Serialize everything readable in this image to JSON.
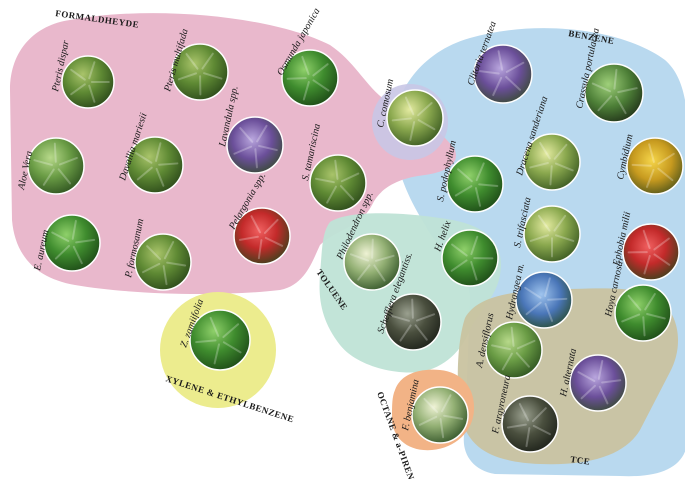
{
  "groups": {
    "formaldehyde": "FORMALDHEYDE",
    "benzene": "BENZENE",
    "toluene": "TOLUENE",
    "xylene": "XYLENE & ETHYLBENZENE",
    "octane": "OCTANE & a-PIRENE",
    "tce": "TCE"
  },
  "colors": {
    "formaldehyde": "#e9b8cc",
    "benzene": "#b9d9ef",
    "toluene": "#bfe3d6",
    "xylene": "#ecec8e",
    "octane": "#f2b386",
    "tce": "#c9c3a0",
    "overlap": "#c9c6e6"
  },
  "plants": [
    {
      "label": "Pteris dispar",
      "tone": "fern"
    },
    {
      "label": "Pteris multifada",
      "tone": "fern"
    },
    {
      "label": "Osmunda japonica",
      "tone": "leafy"
    },
    {
      "label": "Aloe Vera",
      "tone": "aloe"
    },
    {
      "label": "Davallia mariesii",
      "tone": "fern"
    },
    {
      "label": "Lavandula spp.",
      "tone": "purple"
    },
    {
      "label": "C. comosum",
      "tone": "striped"
    },
    {
      "label": "S. tamariscina",
      "tone": "fern"
    },
    {
      "label": "E. aureum",
      "tone": "leafy"
    },
    {
      "label": "P. formosanum",
      "tone": "fern"
    },
    {
      "label": "Pelargonia spp.",
      "tone": "red"
    },
    {
      "label": "Clitoria ternatea",
      "tone": "purple"
    },
    {
      "label": "Crassula portulacea",
      "tone": "succulent"
    },
    {
      "label": "S. podophyllum",
      "tone": "leafy"
    },
    {
      "label": "Dracena sanderiana",
      "tone": "striped"
    },
    {
      "label": "Cymbidium",
      "tone": "yellow"
    },
    {
      "label": "Philodendron spp.",
      "tone": "variegated"
    },
    {
      "label": "H. helix",
      "tone": "leafy"
    },
    {
      "label": "S. trifasciata",
      "tone": "striped"
    },
    {
      "label": "Ephobia milii",
      "tone": "red"
    },
    {
      "label": "Schefflera elegantiss.",
      "tone": "dark"
    },
    {
      "label": "Hydrangea m.",
      "tone": "blue"
    },
    {
      "label": "Hoya carnosa",
      "tone": "leafy"
    },
    {
      "label": "Z. zamiifolia",
      "tone": "leafy"
    },
    {
      "label": "A. densiflorus",
      "tone": "aloe"
    },
    {
      "label": "H. alternata",
      "tone": "purple"
    },
    {
      "label": "F. benjamina",
      "tone": "variegated"
    },
    {
      "label": "F. argyroneura",
      "tone": "dark"
    }
  ]
}
